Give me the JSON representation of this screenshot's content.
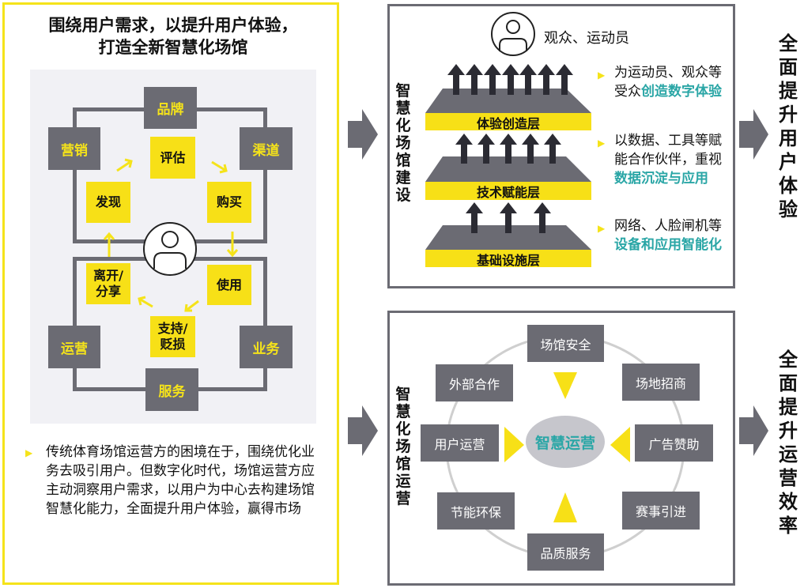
{
  "left": {
    "title_line1": "围绕用户需求，以提升用户体验，",
    "title_line2": "打造全新智慧化场馆",
    "outer_nodes": [
      "品牌",
      "营销",
      "渠道",
      "运营",
      "业务",
      "服务"
    ],
    "journey_nodes": [
      "评估",
      "发现",
      "购买",
      "使用",
      "离开/分享",
      "支持/贬损"
    ],
    "bullet": "传统体育场馆运营方的困境在于，围绕优化业务去吸引用户。但数字化时代，场馆运营方应主动洞察用户需求，以用户为中心去构建场馆智慧化能力，全面提升用户体验，赢得市场"
  },
  "top": {
    "side_label": "智慧化场馆建设",
    "audience": "观众、运动员",
    "layers": [
      "体验创造层",
      "技术赋能层",
      "基础设施层"
    ],
    "bullets": [
      {
        "plain": "为运动员、观众等受众",
        "highlight": "创造数字体验"
      },
      {
        "plain": "以数据、工具等赋能合作伙伴，重视",
        "highlight": "数据沉淀与应用"
      },
      {
        "plain": "网络、人脸闸机等",
        "highlight": "设备和应用智能化"
      }
    ],
    "result": "全面提升用户体验"
  },
  "bottom": {
    "side_label": "智慧化场馆运营",
    "center": "智慧运营",
    "nodes": [
      "场馆安全",
      "外部合作",
      "场地招商",
      "用户运营",
      "广告赞助",
      "节能环保",
      "赛事引进",
      "品质服务"
    ],
    "result": "全面提升运营效率"
  },
  "colors": {
    "yellow": "#f7e017",
    "gray": "#6b6b73",
    "teal": "#2aa6a6"
  }
}
